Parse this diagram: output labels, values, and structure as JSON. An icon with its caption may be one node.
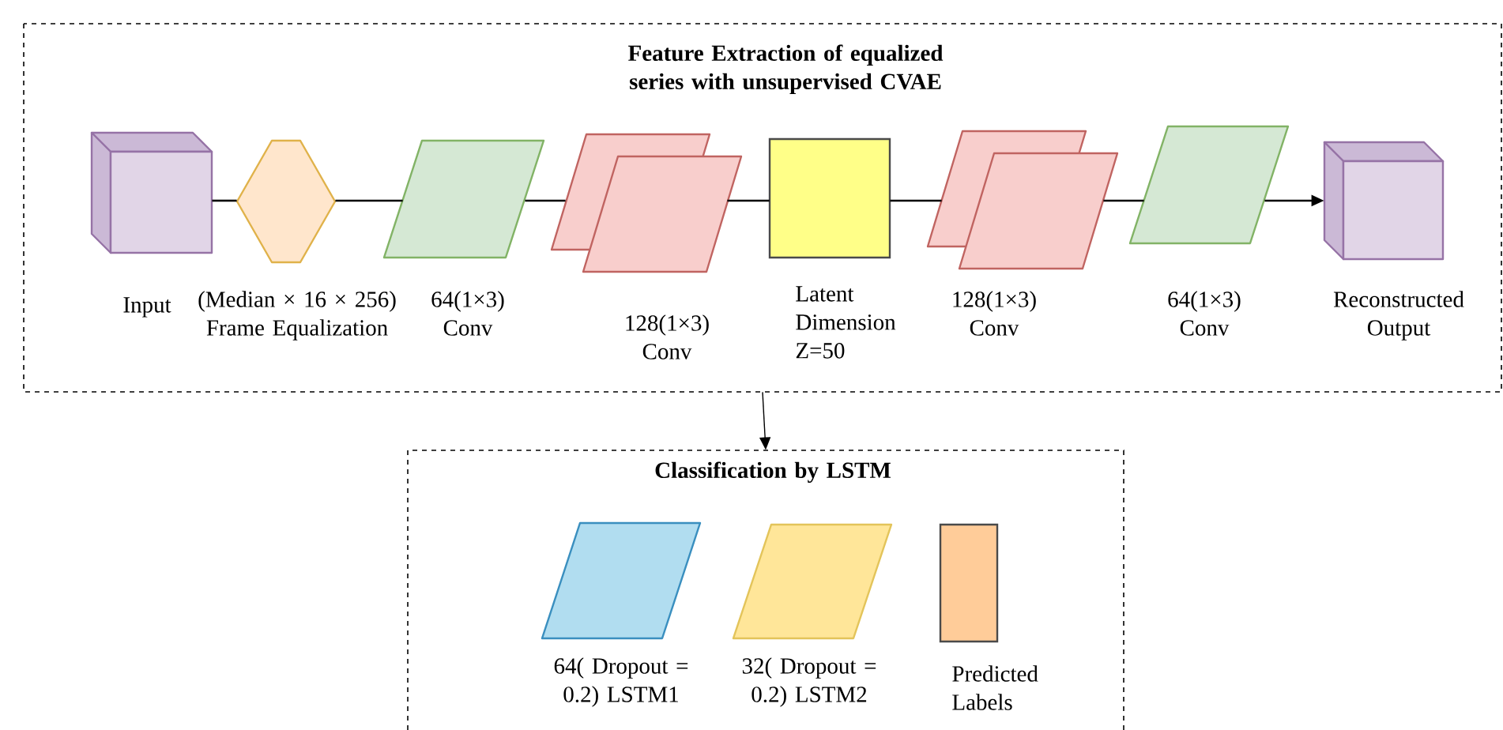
{
  "diagram": {
    "nodes": [
      {
        "text": [
          "Feature Extraction of equalized series with unsupervised CVAE"
        ]
      },
      {
        "text": [],
        "shape": "cube",
        "in": 0,
        "beside": [
          "Input"
        ]
      },
      {
        "text": [],
        "shape": "hexagon",
        "in": 0,
        "beside": [
          "(Median × 16 × 256) Frame Equalization"
        ]
      },
      {
        "text": [],
        "shape": "parallelogram",
        "in": 0,
        "beside": [
          "64(1×3) Conv"
        ]
      },
      {
        "text": [],
        "shape": "stack",
        "in": 0,
        "beside": [
          "128(1×3) Conv"
        ]
      },
      {
        "text": [],
        "shape": "box",
        "in": 0,
        "beside": [
          "Latent Dimension Z=50"
        ]
      },
      {
        "text": [],
        "shape": "stack",
        "in": 0,
        "beside": [
          "128(1×3) Conv"
        ]
      },
      {
        "text": [],
        "shape": "parallelogram",
        "in": 0,
        "beside": [
          "64(1×3) Conv"
        ]
      },
      {
        "text": [],
        "shape": "cube",
        "in": 0,
        "beside": [
          "Reconstructed Output"
        ]
      },
      {
        "text": [
          "Classification by LSTM"
        ]
      },
      {
        "text": [],
        "shape": "parallelogram",
        "in": 9,
        "beside": [
          "64( Dropout = 0.2) LSTM1"
        ]
      },
      {
        "text": [],
        "shape": "parallelogram",
        "in": 9,
        "beside": [
          "32( Dropout = 0.2) LSTM2"
        ]
      },
      {
        "text": [],
        "shape": "box",
        "in": 9,
        "beside": [
          "Predicted Labels"
        ]
      }
    ],
    "edges": [
      {
        "from": 1,
        "to": 2,
        "arrow": "none"
      },
      {
        "from": 2,
        "to": 3,
        "arrow": "none"
      },
      {
        "from": 3,
        "to": 4,
        "arrow": "none"
      },
      {
        "from": 4,
        "to": 5,
        "arrow": "none"
      },
      {
        "from": 5,
        "to": 6,
        "arrow": "none"
      },
      {
        "from": 6,
        "to": 7,
        "arrow": "none"
      },
      {
        "from": 7,
        "to": 8,
        "arrow": "to"
      },
      {
        "from": 0,
        "to": 9,
        "arrow": "to"
      }
    ]
  }
}
